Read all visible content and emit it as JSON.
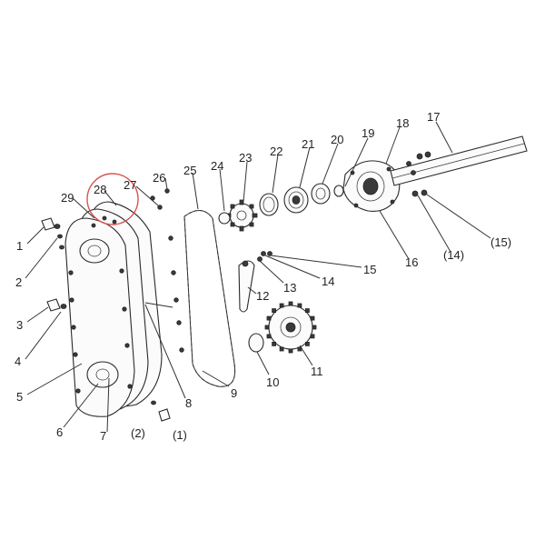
{
  "diagram": {
    "highlight_color": "#d9534f",
    "callouts": [
      {
        "id": "c1",
        "text": "1"
      },
      {
        "id": "c2",
        "text": "2"
      },
      {
        "id": "c3",
        "text": "3"
      },
      {
        "id": "c4",
        "text": "4"
      },
      {
        "id": "c5",
        "text": "5"
      },
      {
        "id": "c6",
        "text": "6"
      },
      {
        "id": "c7",
        "text": "7"
      },
      {
        "id": "c8",
        "text": "8"
      },
      {
        "id": "c9",
        "text": "9"
      },
      {
        "id": "c10",
        "text": "10"
      },
      {
        "id": "c11",
        "text": "11"
      },
      {
        "id": "c12",
        "text": "12"
      },
      {
        "id": "c13",
        "text": "13"
      },
      {
        "id": "c14",
        "text": "14"
      },
      {
        "id": "c15",
        "text": "15"
      },
      {
        "id": "c16",
        "text": "16"
      },
      {
        "id": "c17",
        "text": "17"
      },
      {
        "id": "c18",
        "text": "18"
      },
      {
        "id": "c19",
        "text": "19"
      },
      {
        "id": "c20",
        "text": "20"
      },
      {
        "id": "c21",
        "text": "21"
      },
      {
        "id": "c22",
        "text": "22"
      },
      {
        "id": "c23",
        "text": "23"
      },
      {
        "id": "c24",
        "text": "24"
      },
      {
        "id": "c25",
        "text": "25"
      },
      {
        "id": "c26",
        "text": "26"
      },
      {
        "id": "c27",
        "text": "27"
      },
      {
        "id": "c28",
        "text": "28"
      },
      {
        "id": "c29",
        "text": "29"
      },
      {
        "id": "c2p",
        "text": "(2)"
      },
      {
        "id": "c1p",
        "text": "(1)"
      },
      {
        "id": "c14p",
        "text": "(14)"
      },
      {
        "id": "c15p",
        "text": "(15)"
      }
    ]
  }
}
